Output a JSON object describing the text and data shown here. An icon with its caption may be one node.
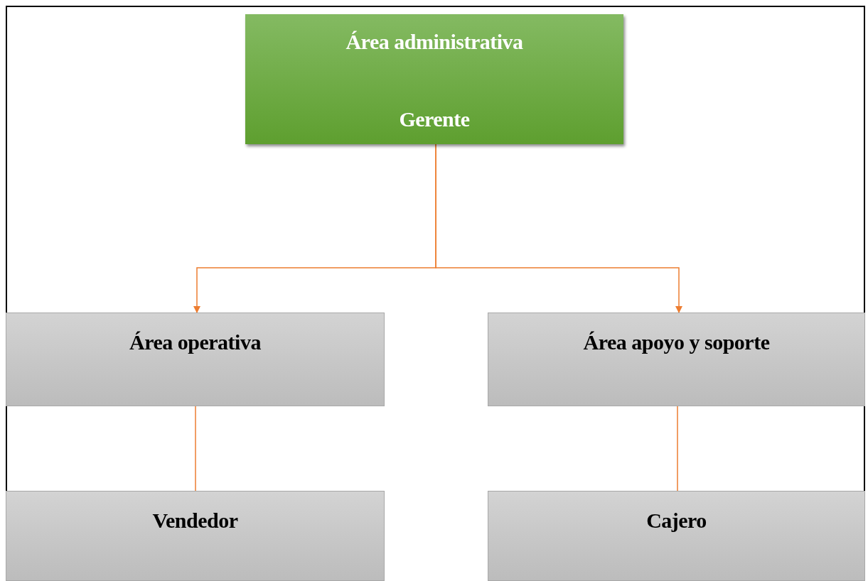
{
  "diagram": {
    "nodes": [
      {
        "text": [
          "Área administrativa",
          "Gerente"
        ]
      },
      {
        "text": [
          "Área operativa"
        ]
      },
      {
        "text": [
          "Área apoyo y soporte"
        ]
      },
      {
        "text": [
          "Vendedor"
        ]
      },
      {
        "text": [
          "Cajero"
        ]
      }
    ],
    "edges": [
      {
        "from": 0,
        "to": 1,
        "arrow": "to"
      },
      {
        "from": 0,
        "to": 2,
        "arrow": "to"
      },
      {
        "from": 1,
        "to": 3,
        "arrow": "none"
      },
      {
        "from": 2,
        "to": 4,
        "arrow": "none"
      }
    ]
  }
}
